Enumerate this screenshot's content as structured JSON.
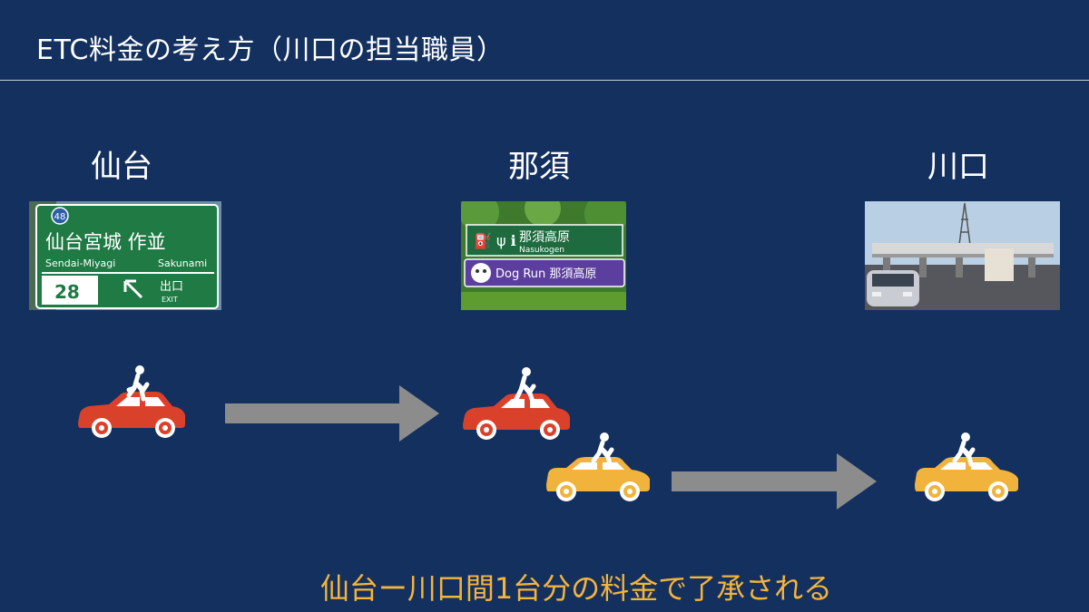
{
  "slide": {
    "title": "ETC料金の考え方（川口の担当職員）",
    "caption": "仙台ー川口間1台分の料金で了承される"
  },
  "places": {
    "sendai": "仙台",
    "nasu": "那須",
    "kawaguchi": "川口"
  },
  "sendai_sign": {
    "route_number": "48",
    "names_jp": "仙台宮城  作並",
    "name_en_left": "Sendai-Miyagi",
    "name_en_right": "Sakunami",
    "exit_number": "28",
    "exit_jp": "出口",
    "exit_en": "EXIT"
  },
  "nasu_sign": {
    "name_jp": "那須高原",
    "name_en": "Nasukogen",
    "dog_run": "Dog Run 那須高原"
  },
  "colors": {
    "background": "#13305f",
    "red_car": "#d9412b",
    "yellow_car": "#f2b33d",
    "arrow": "#8c8c8c",
    "caption": "#f5b43c"
  }
}
